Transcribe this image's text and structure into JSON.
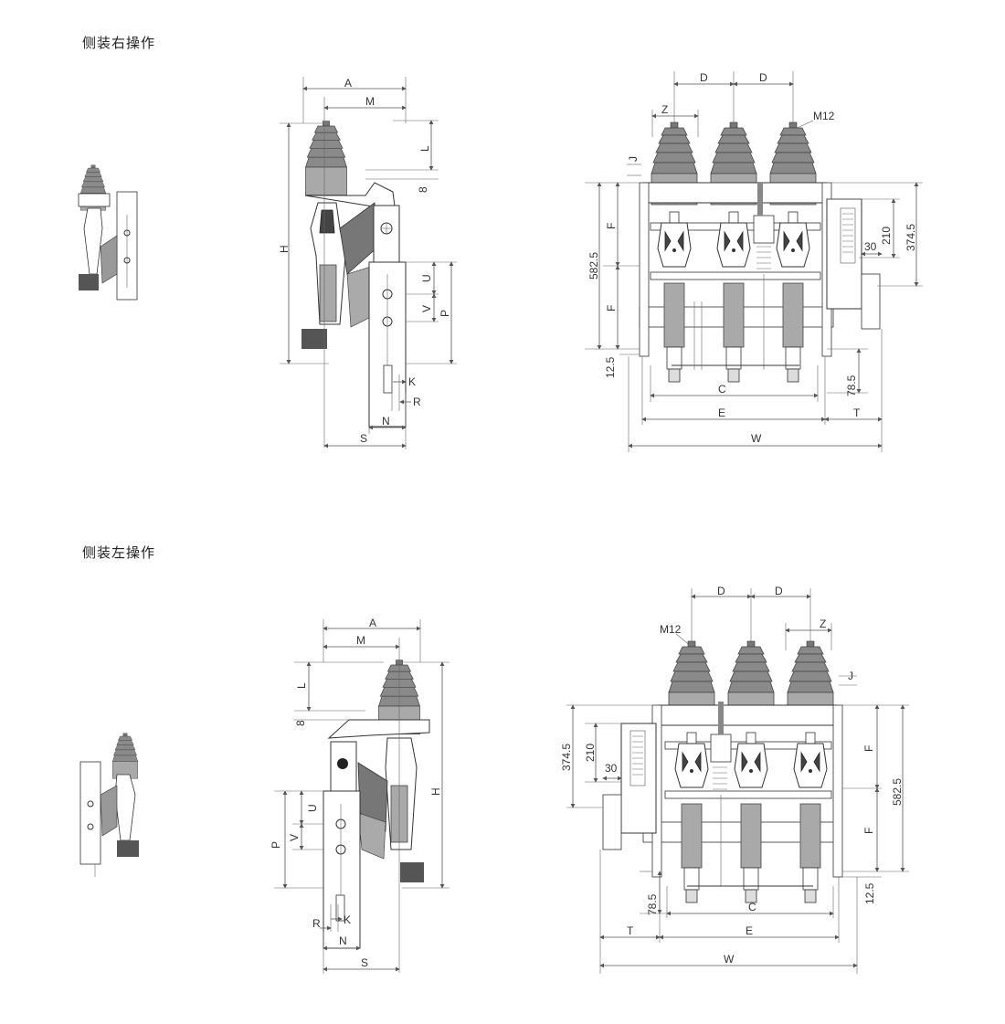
{
  "sections": [
    {
      "title": "侧装右操作"
    },
    {
      "title": "侧装左操作"
    }
  ],
  "side_view_top": {
    "labels": {
      "A": "A",
      "M": "M",
      "L": "L",
      "eight": "8",
      "H": "H",
      "U": "U",
      "V": "V",
      "P": "P",
      "K": "K",
      "R": "R",
      "N": "N",
      "S": "S"
    }
  },
  "front_view_top": {
    "labels": {
      "D1": "D",
      "D2": "D",
      "Z": "Z",
      "M12": "M12",
      "J": "J",
      "F1": "F",
      "F2": "F",
      "h582": "582.5",
      "h210": "210",
      "h374": "374.5",
      "h30": "30",
      "h12": "12.5",
      "h78": "78.5",
      "C": "C",
      "E": "E",
      "T": "T",
      "W": "W"
    }
  },
  "side_view_bottom": {
    "labels": {
      "A": "A",
      "M": "M",
      "L": "L",
      "eight": "8",
      "H": "H",
      "U": "U",
      "V": "V",
      "P": "P",
      "K": "K",
      "R": "R",
      "N": "N",
      "S": "S"
    }
  },
  "front_view_bottom": {
    "labels": {
      "D1": "D",
      "D2": "D",
      "Z": "Z",
      "M12": "M12",
      "J": "J",
      "F1": "F",
      "F2": "F",
      "h582": "582.5",
      "h210": "210",
      "h374": "374.5",
      "h30": "30",
      "h12": "12.5",
      "h78": "78.5",
      "C": "C",
      "E": "E",
      "T": "T",
      "W": "W"
    }
  }
}
